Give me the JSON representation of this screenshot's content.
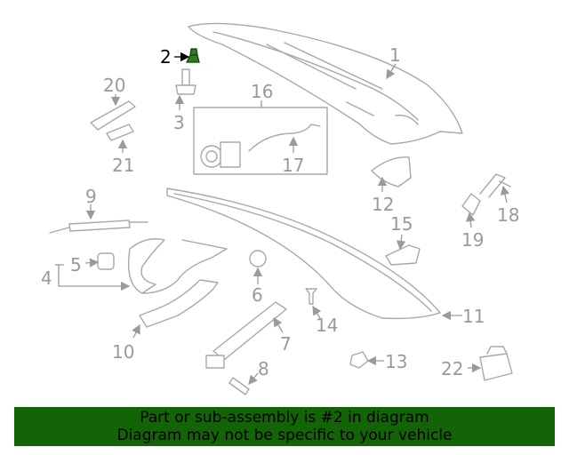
{
  "diagram": {
    "highlight_color": "#2e7d1f",
    "line_color": "#a8a8a8",
    "callouts": {
      "c1": "1",
      "c2": "2",
      "c3": "3",
      "c4": "4",
      "c5": "5",
      "c6": "6",
      "c7": "7",
      "c8": "8",
      "c9": "9",
      "c10": "10",
      "c11": "11",
      "c12": "12",
      "c13": "13",
      "c14": "14",
      "c15": "15",
      "c16": "16",
      "c17": "17",
      "c18": "18",
      "c19": "19",
      "c20": "20",
      "c21": "21",
      "c22": "22"
    }
  },
  "banner": {
    "color": "#136307",
    "line1": "Part or sub-assembly is #2 in diagram",
    "line2": "Diagram may not be specific to your vehicle"
  }
}
